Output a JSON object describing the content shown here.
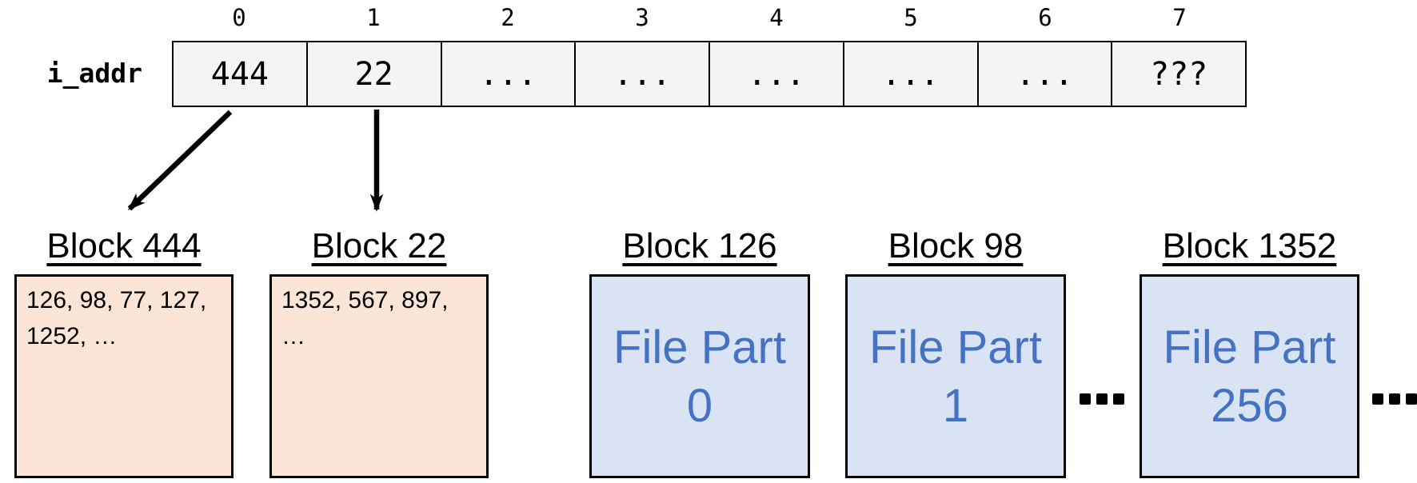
{
  "figure": {
    "array": {
      "label": "i_addr",
      "indices": [
        "0",
        "1",
        "2",
        "3",
        "4",
        "5",
        "6",
        "7"
      ],
      "cells": [
        "444",
        "22",
        "...",
        "...",
        "...",
        "...",
        "...",
        "???"
      ]
    },
    "pointer_blocks": [
      {
        "title": "Block 444",
        "content": "126, 98, 77, 127, 1252, …"
      },
      {
        "title": "Block 22",
        "content": "1352, 567, 897, …"
      }
    ],
    "file_blocks": [
      {
        "title": "Block 126",
        "label": "File Part",
        "number": "0"
      },
      {
        "title": "Block 98",
        "label": "File Part",
        "number": "1"
      },
      {
        "title": "Block 1352",
        "label": "File Part",
        "number": "256"
      }
    ],
    "ellipses": [
      "...",
      "..."
    ]
  },
  "colors": {
    "cell_fill": "#f4f4f4",
    "pointer_block_fill": "#fbe5d6",
    "file_block_fill": "#dae3f3",
    "file_text": "#4472c4",
    "ink": "#000000"
  }
}
